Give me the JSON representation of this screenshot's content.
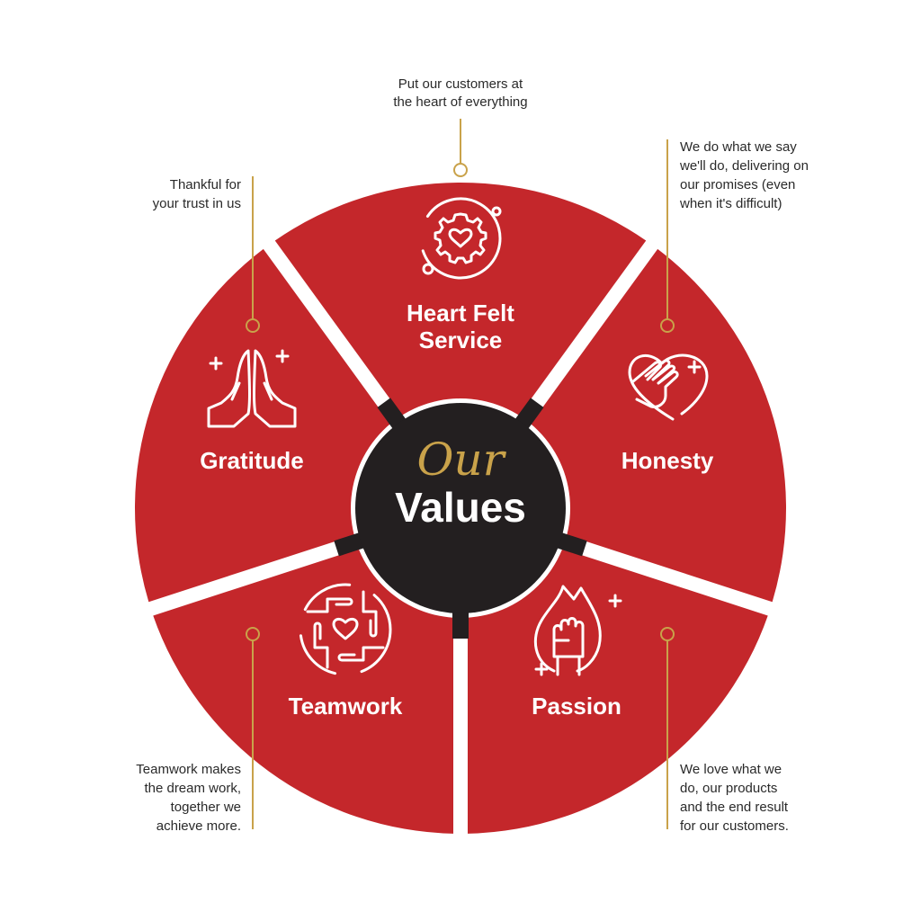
{
  "center": {
    "script_text": "Our",
    "bold_text": "Values"
  },
  "colors": {
    "segment": "#c4272b",
    "hub": "#231f20",
    "accent": "#c9a24a",
    "text_dark": "#2a2a2a"
  },
  "segments": [
    {
      "title_lines": [
        "Heart Felt",
        "Service"
      ],
      "icon": "gear-heart-icon",
      "description_lines": [
        "Put our customers at",
        "the heart of everything"
      ]
    },
    {
      "title_lines": [
        "Honesty"
      ],
      "icon": "hand-on-heart-icon",
      "description_lines": [
        "We do what we say",
        "we'll do, delivering on",
        "our promises (even",
        "when it's difficult)"
      ]
    },
    {
      "title_lines": [
        "Passion"
      ],
      "icon": "raised-fist-flame-icon",
      "description_lines": [
        "We love what we",
        "do, our products",
        "and the end result",
        "for our customers."
      ]
    },
    {
      "title_lines": [
        "Teamwork"
      ],
      "icon": "joined-hands-heart-icon",
      "description_lines": [
        "Teamwork makes",
        "the dream work,",
        "together we",
        "achieve more."
      ]
    },
    {
      "title_lines": [
        "Gratitude"
      ],
      "icon": "praying-hands-icon",
      "description_lines": [
        "Thankful for",
        "your trust in us"
      ]
    }
  ]
}
